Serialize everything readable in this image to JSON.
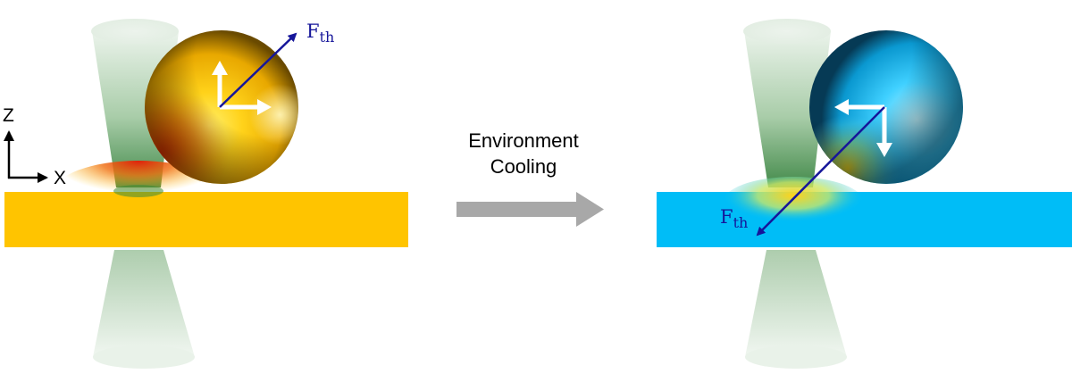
{
  "axes": {
    "z_label": "Z",
    "x_label": "X"
  },
  "left_panel": {
    "force_symbol": "F",
    "force_subscript": "th",
    "sphere_color": "#f0b400",
    "film_color": "#ffc400",
    "hotspot_color": "#e0200a"
  },
  "transition": {
    "line1": "Environment",
    "line2": "Cooling",
    "arrow_color": "#a8a8a8"
  },
  "right_panel": {
    "force_symbol": "F",
    "force_subscript": "th",
    "sphere_color": "#1ab8ea",
    "film_color": "#00bdf7",
    "hotspot_color": "#f2d21a"
  },
  "colors": {
    "force_arrow": "#16169a",
    "beam": "#2f8a3a",
    "axis": "#000000",
    "displacement_arrows": "#ffffff"
  }
}
